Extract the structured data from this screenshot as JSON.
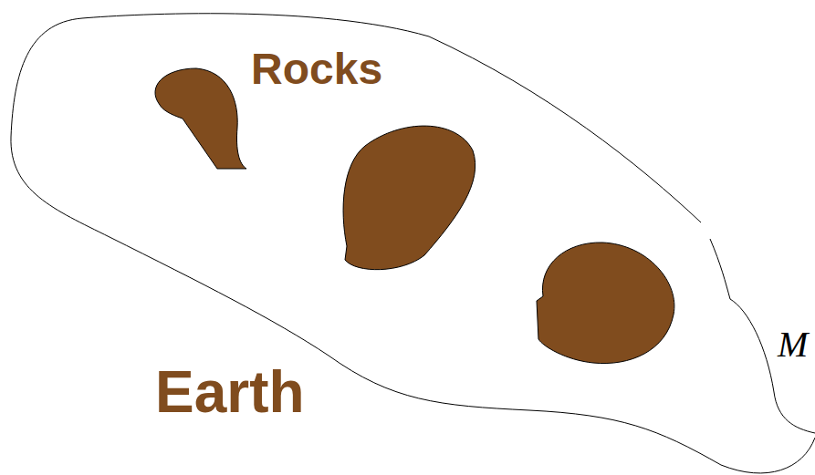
{
  "diagram": {
    "nodes": [
      {
        "text": [
          "Earth"
        ]
      }
    ],
    "labels": [
      "Rocks",
      "M"
    ]
  }
}
